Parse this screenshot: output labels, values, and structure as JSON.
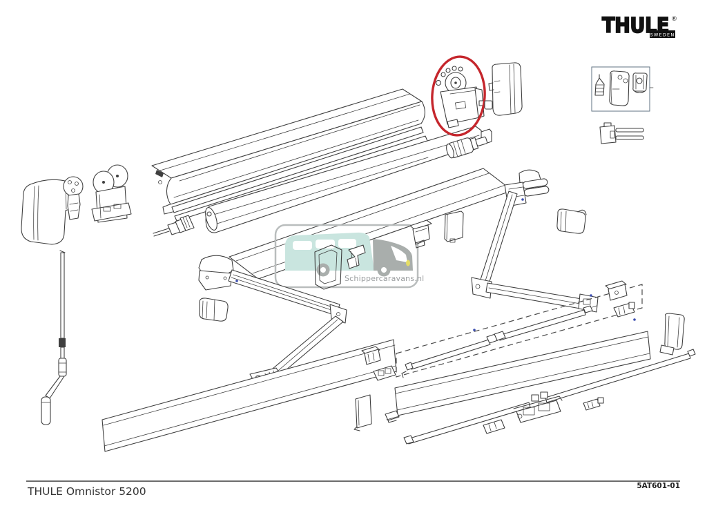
{
  "page": {
    "background": "#ffffff"
  },
  "brand": {
    "name": "THULE",
    "registered_mark": "®",
    "country_label": "SWEDEN"
  },
  "footer": {
    "model_title": "THULE Omnistor 5200",
    "drawing_number": "5AT601-01"
  },
  "watermark": {
    "site": "Schippercaravans.nl"
  },
  "colors": {
    "line": "#3f3f3f",
    "highlight": "#c5262c",
    "logo_black": "#111111",
    "inset_border": "#5f7080",
    "watermark_border": "#b9bdbd",
    "watermark_body": "#c9e5df",
    "watermark_cab": "#a9aeac",
    "watermark_text": "#9b9ea0",
    "watermark_accent": "#e5dd66",
    "speck_blue": "#3b4db0",
    "footer_rule": "#3a3a3a"
  }
}
